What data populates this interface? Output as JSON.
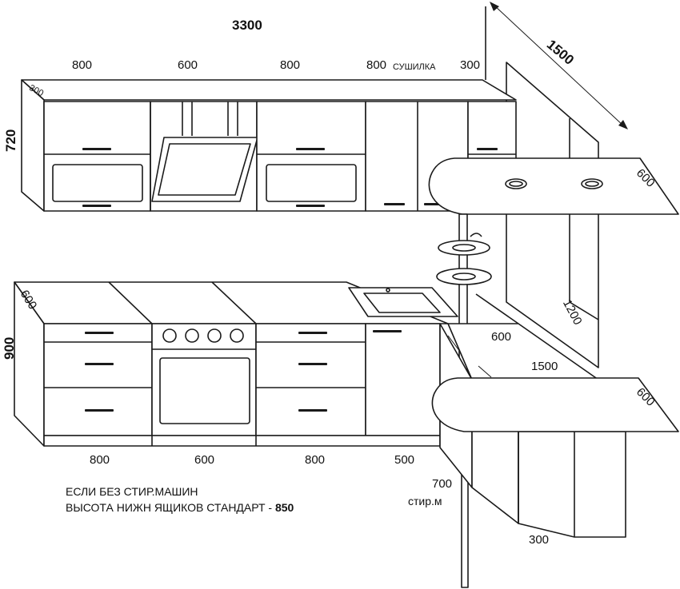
{
  "overall_width": "3300",
  "upper_widths": [
    "800",
    "600",
    "800",
    "800",
    "300"
  ],
  "dryer_label": "СУШИЛКА",
  "upper_depth": "300",
  "upper_height": "720",
  "wall_side_length": "1500",
  "bar_top_depth": "600",
  "bar_height": "1200",
  "lower_depth": "600",
  "lower_height": "900",
  "lower_widths": [
    "800",
    "600",
    "800",
    "500"
  ],
  "side_counter_depth": "600",
  "side_counter_length": "1500",
  "lower_bar_depth": "600",
  "washer_width": "700",
  "washer_label": "стир.м",
  "corner_width": "300",
  "note_line1": "ЕСЛИ БЕЗ СТИР.МАШИН",
  "note_line2": "ВЫСОТА НИЖН ЯЩИКОВ СТАНДАРТ - ",
  "note_value": "850"
}
